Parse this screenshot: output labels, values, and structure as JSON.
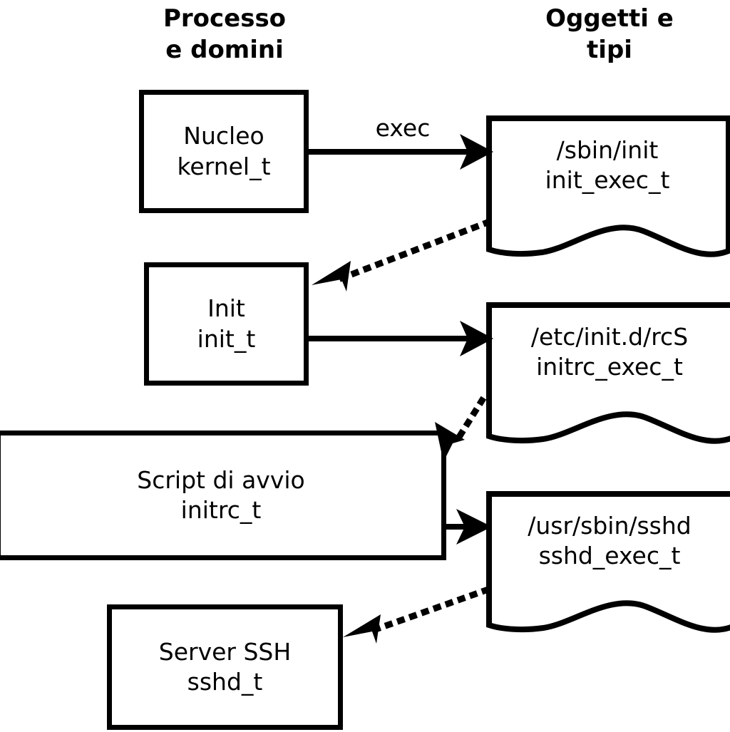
{
  "diagram": {
    "title_left": "Processo\ne domini",
    "title_right": "Oggetti e\ntipi",
    "colors": {
      "stroke": "#000000",
      "fill": "#ffffff",
      "text": "#000000"
    }
  },
  "process_boxes": [
    {
      "id": "kernel",
      "label": "Nucleo\nkernel_t"
    },
    {
      "id": "init",
      "label": "Init\ninit_t"
    },
    {
      "id": "script",
      "label": "Script di avvio\ninitrc_t"
    },
    {
      "id": "sshd",
      "label": "Server SSH\nsshd_t"
    }
  ],
  "object_docs": [
    {
      "id": "init_exec",
      "label": "/sbin/init\ninit_exec_t"
    },
    {
      "id": "initrc_exec",
      "label": "/etc/init.d/rcS\ninitrc_exec_t"
    },
    {
      "id": "sshd_exec",
      "label": "/usr/sbin/sshd\nsshd_exec_t"
    }
  ],
  "edges": [
    {
      "id": "kernel-to-init-exec",
      "label": "exec",
      "style": "solid",
      "from": "kernel",
      "to": "init_exec"
    },
    {
      "id": "init-exec-to-init",
      "label": "",
      "style": "dotted",
      "from": "init_exec",
      "to": "init"
    },
    {
      "id": "init-to-initrc-exec",
      "label": "",
      "style": "solid",
      "from": "init",
      "to": "initrc_exec"
    },
    {
      "id": "initrc-exec-to-script",
      "label": "",
      "style": "dotted",
      "from": "initrc_exec",
      "to": "script"
    },
    {
      "id": "script-to-sshd-exec",
      "label": "",
      "style": "solid",
      "from": "script",
      "to": "sshd_exec"
    },
    {
      "id": "sshd-exec-to-sshd",
      "label": "",
      "style": "dotted",
      "from": "sshd_exec",
      "to": "sshd"
    }
  ]
}
